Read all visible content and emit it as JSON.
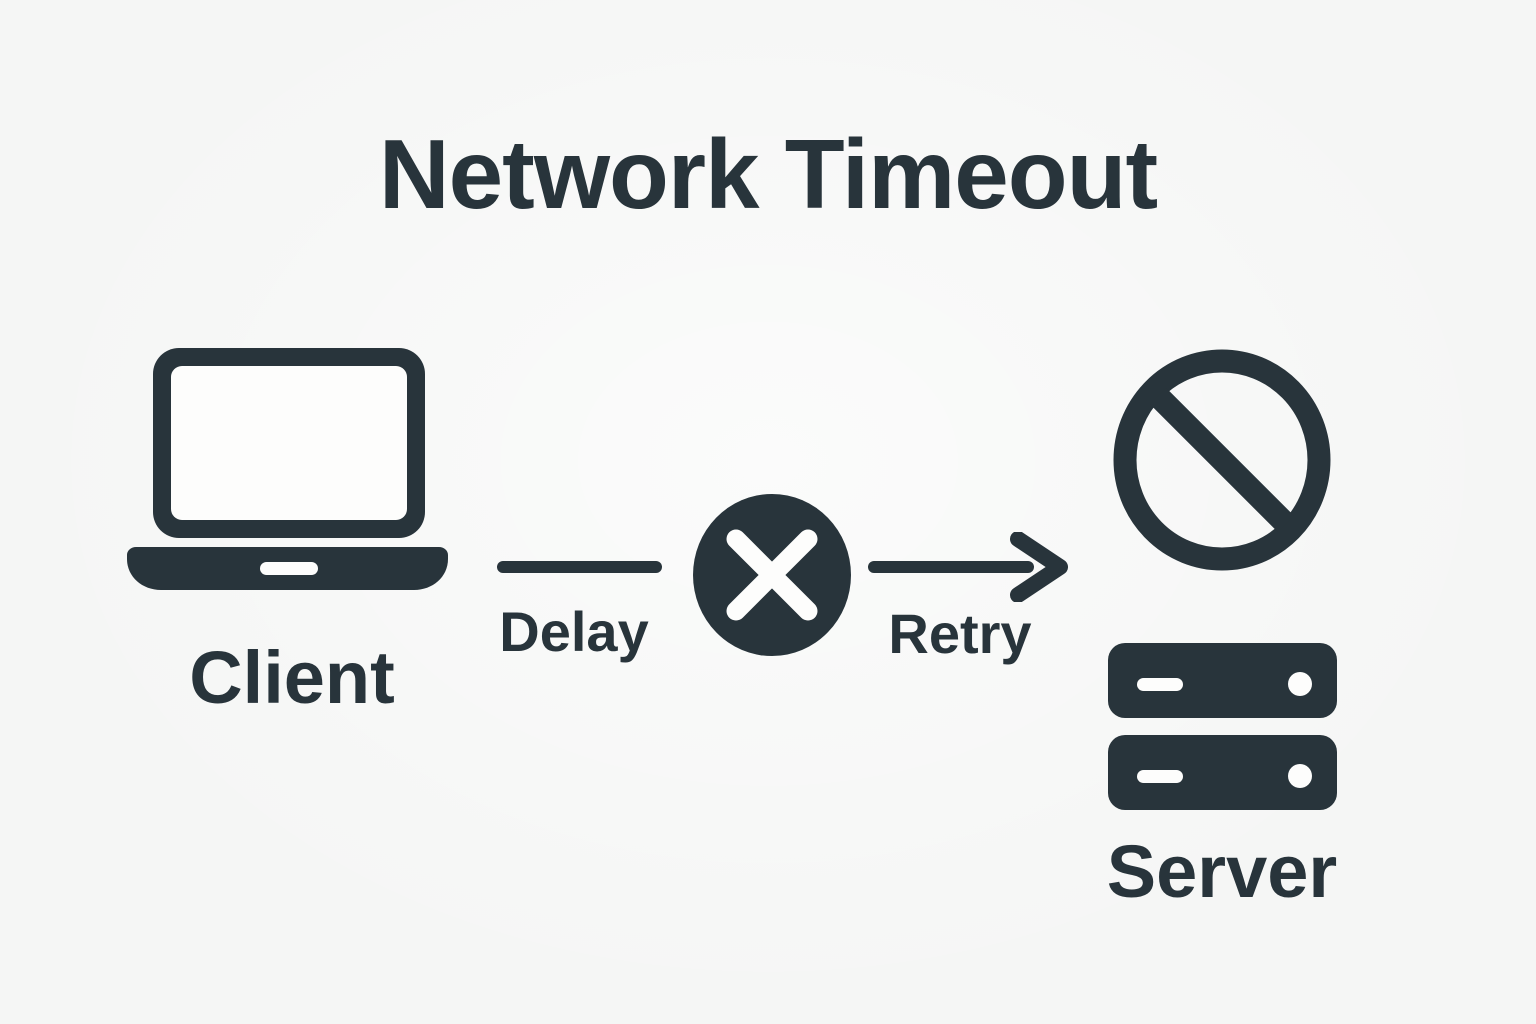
{
  "title": "Network Timeout",
  "colors": {
    "ink": "#28343b",
    "background": "#f5f6f5",
    "paper": "#fdfdfc"
  },
  "nodes": {
    "client": {
      "label": "Client",
      "icon": "laptop-icon"
    },
    "server": {
      "label": "Server",
      "icon": "server-rack-icon"
    },
    "blocked": {
      "icon": "no-entry-icon"
    }
  },
  "flow": {
    "delay": {
      "label": "Delay",
      "connector": "line"
    },
    "failure": {
      "icon": "x-circle-icon"
    },
    "retry": {
      "label": "Retry",
      "connector": "arrow-right-icon"
    }
  }
}
